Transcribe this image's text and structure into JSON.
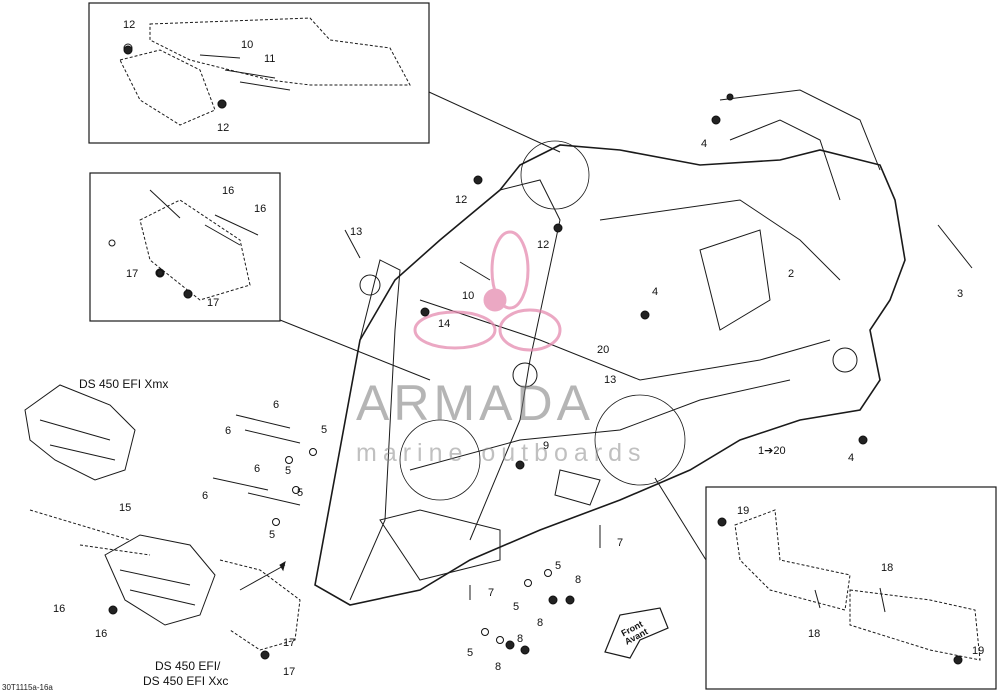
{
  "diagram": {
    "reference": "30T1115a-16a",
    "front_label": "Front",
    "front_label_fr": "Avant",
    "watermark": {
      "brand": "ARMADA",
      "tagline": "marine outboards"
    },
    "variant_labels": {
      "xmx": "DS 450 EFI Xmx",
      "xxc_line1": "DS 450 EFI/",
      "xxc_line2": "DS 450 EFI Xxc"
    },
    "callouts": {
      "c1": "12",
      "c2": "10",
      "c3": "11",
      "c4": "12",
      "c5": "16",
      "c6": "16",
      "c7": "17",
      "c8": "17",
      "c9": "4",
      "c10": "12",
      "c11": "13",
      "c12": "12",
      "c13": "10",
      "c14": "14",
      "c15": "4",
      "c16": "2",
      "c17": "3",
      "c18": "20",
      "c19": "13",
      "c20": "9",
      "c21": "1➔20",
      "c22": "4",
      "c23": "6",
      "c24": "6",
      "c25": "5",
      "c26": "5",
      "c27": "6",
      "c28": "6",
      "c29": "5",
      "c30": "5",
      "c31": "15",
      "c32": "7",
      "c33": "16",
      "c34": "16",
      "c35": "17",
      "c36": "17",
      "c37": "7",
      "c38": "5",
      "c39": "8",
      "c40": "5",
      "c41": "8",
      "c42": "5",
      "c43": "8",
      "c44": "8",
      "c45": "19",
      "c46": "18",
      "c47": "18",
      "c48": "19"
    }
  }
}
